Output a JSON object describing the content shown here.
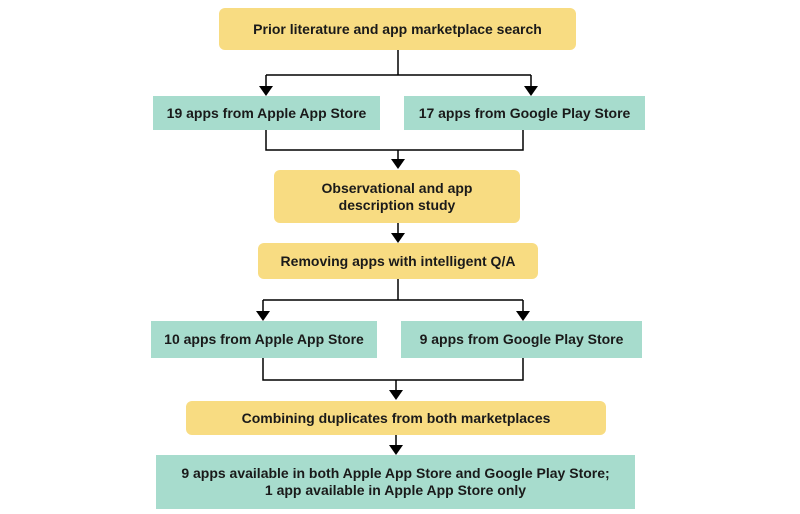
{
  "flowchart": {
    "step1": "Prior literature and app marketplace search",
    "branch1_left": "19 apps from Apple App Store",
    "branch1_right": "17 apps from Google Play Store",
    "step2": [
      "Observational and app",
      "description study"
    ],
    "step3": "Removing apps with intelligent Q/A",
    "branch2_left": "10 apps from Apple App Store",
    "branch2_right": "9 apps from Google Play Store",
    "step4": "Combining duplicates from both marketplaces",
    "result": [
      "9 apps available in both Apple App Store and Google Play Store;",
      "1 app available in Apple App Store only"
    ]
  },
  "colors": {
    "process_box": "#f8dc82",
    "count_box": "#a7dccd",
    "connector": "#000000"
  }
}
